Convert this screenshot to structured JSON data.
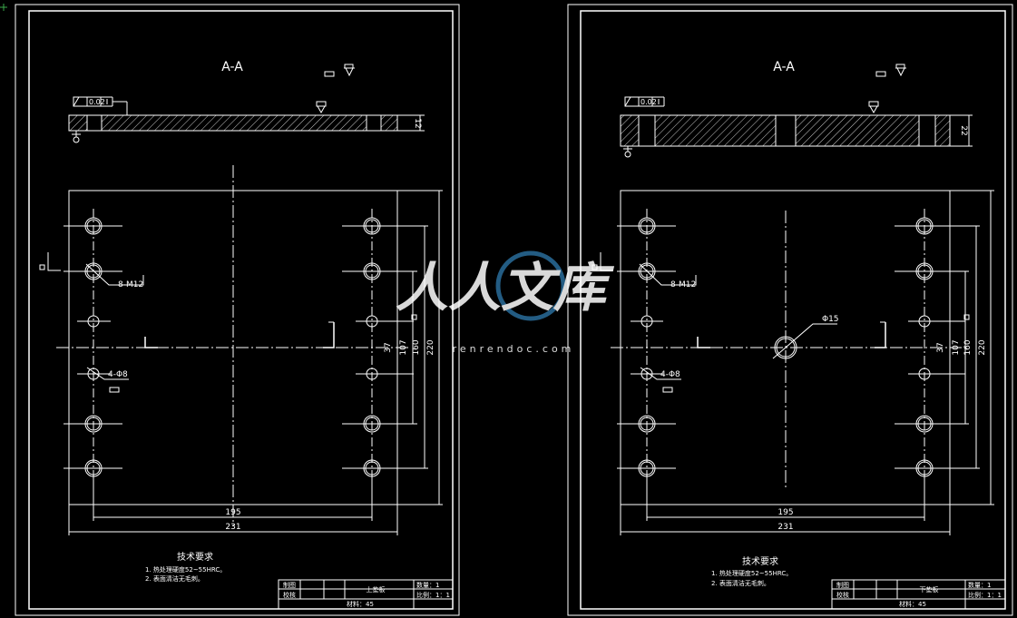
{
  "sheets": [
    {
      "section_label": "A-A",
      "thickness_dim": "12",
      "flatness_tol": "0.02",
      "thread_callout": "8-M12",
      "hole_callout": "4-Φ8",
      "center_hole_callout": "",
      "dims": {
        "h195": "195",
        "h231": "231",
        "v37": "37",
        "v107": "107",
        "v160": "160",
        "v220": "220"
      },
      "tech_title": "技术要求",
      "tech_notes": [
        "1. 热处理硬度52~55HRC。",
        "2. 表面清洁无毛刺。"
      ],
      "title_block": {
        "drawn": "制图",
        "checked": "校核",
        "part_name": "上垫板",
        "qty": "数量：1",
        "scale": "比例：1：1",
        "material": "材料：45"
      }
    },
    {
      "section_label": "A-A",
      "thickness_dim": "22",
      "flatness_tol": "0.02",
      "thread_callout": "8-M12",
      "hole_callout": "4-Φ8",
      "center_hole_callout": "Φ15",
      "dims": {
        "h195": "195",
        "h231": "231",
        "v37": "37",
        "v107": "107",
        "v160": "160",
        "v220": "220"
      },
      "tech_title": "技术要求",
      "tech_notes": [
        "1. 热处理硬度52~55HRC。",
        "2. 表面清洁无毛刺。"
      ],
      "title_block": {
        "drawn": "制图",
        "checked": "校核",
        "part_name": "下垫板",
        "qty": "数量：1",
        "scale": "比例：1：1",
        "material": "材料：45"
      }
    }
  ],
  "watermark": {
    "text": "人人文库",
    "sub": "renrendoc.com"
  },
  "colors": {
    "background": "#000000",
    "line": "#ffffff",
    "watermark": "#2a6d9a"
  }
}
